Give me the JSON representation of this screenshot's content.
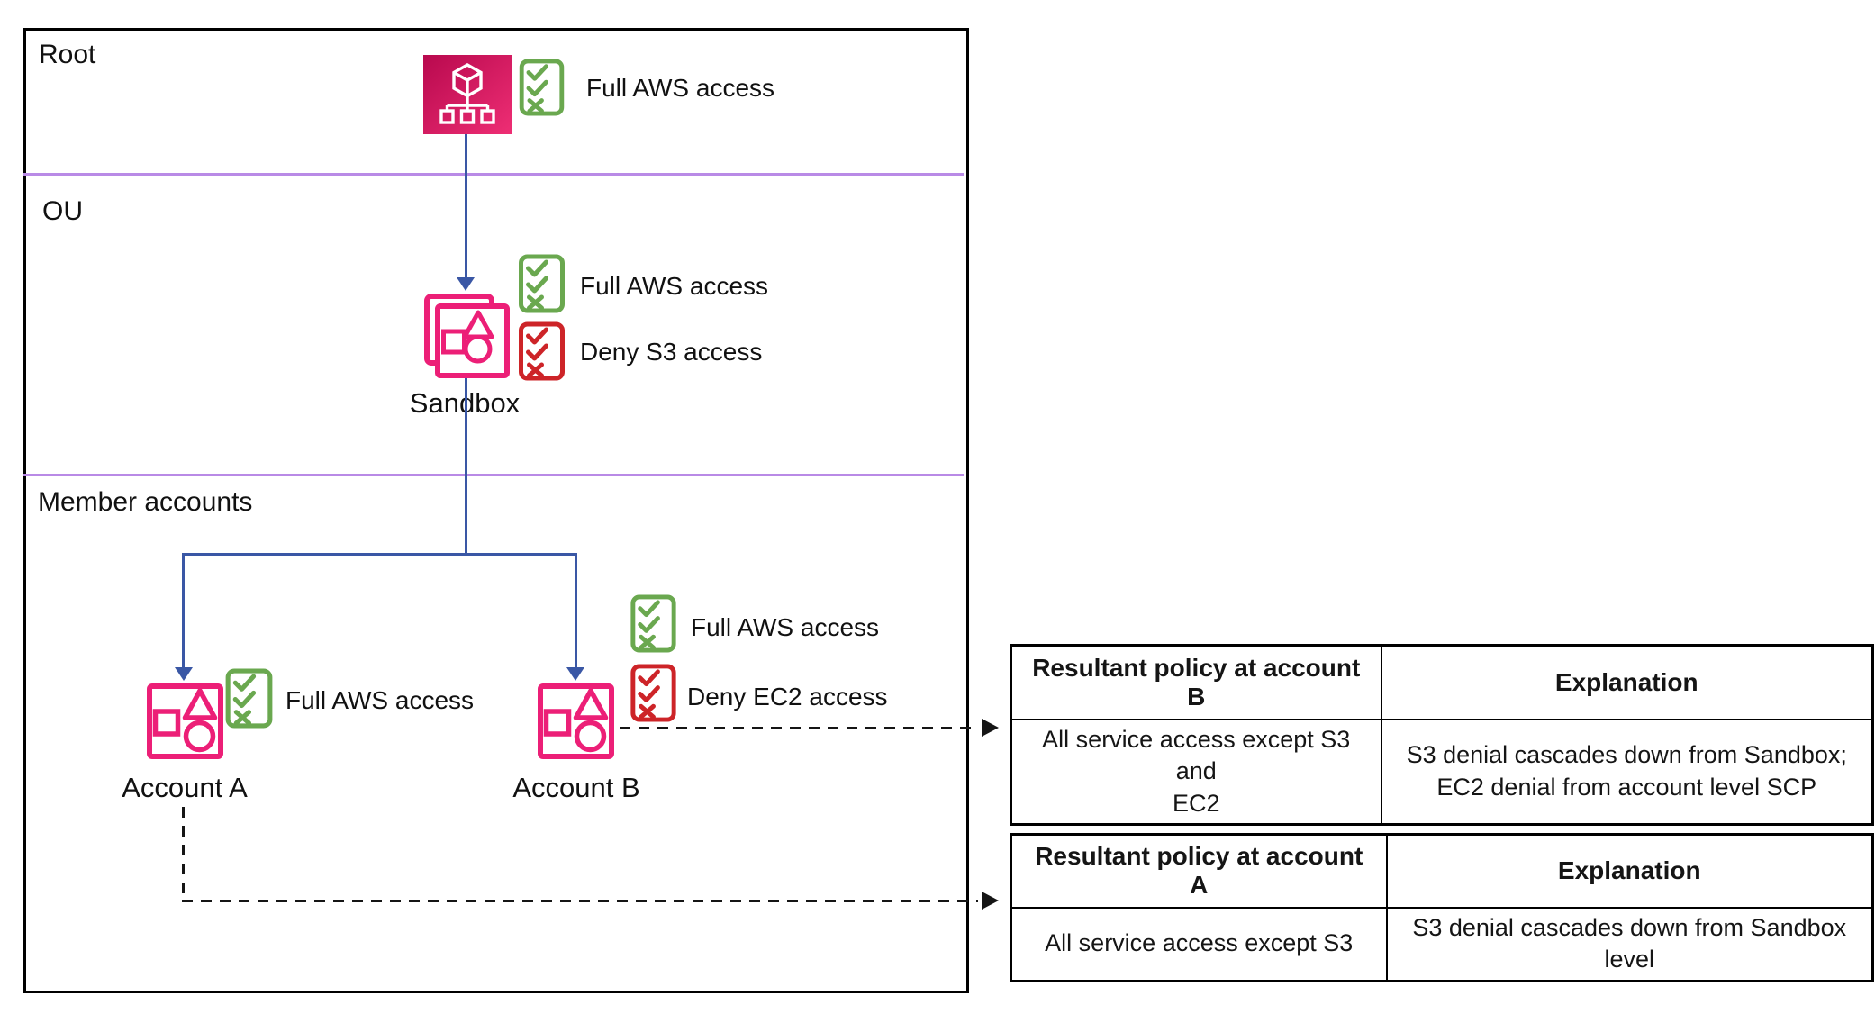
{
  "colors": {
    "pink": "#ec1f77",
    "pink_gradient_start": "#b8094e",
    "pink_gradient_end": "#ee2e74",
    "green": "#6aa84f",
    "red": "#cd2428",
    "blue": "#3a57a5",
    "purple": "#b98ae6",
    "black": "#000000"
  },
  "sections": {
    "root": "Root",
    "ou": "OU",
    "member": "Member accounts"
  },
  "nodes": {
    "root": {
      "policy_allow": "Full AWS access"
    },
    "sandbox": {
      "label": "Sandbox",
      "policy_allow": "Full AWS access",
      "policy_deny": "Deny S3 access"
    },
    "account_a": {
      "label": "Account A",
      "policy_allow": "Full AWS access"
    },
    "account_b": {
      "label": "Account B",
      "policy_allow": "Full AWS access",
      "policy_deny": "Deny EC2 access"
    }
  },
  "tables": {
    "account_b": {
      "col1_header": "Resultant policy at account B",
      "col2_header": "Explanation",
      "col1_value": "All service access except S3 and\nEC2",
      "col2_value": "S3 denial cascades down from Sandbox;\nEC2 denial from account level SCP"
    },
    "account_a": {
      "col1_header": "Resultant policy at account A",
      "col2_header": "Explanation",
      "col1_value": "All service access except S3",
      "col2_value": "S3 denial cascades down from Sandbox level"
    }
  }
}
